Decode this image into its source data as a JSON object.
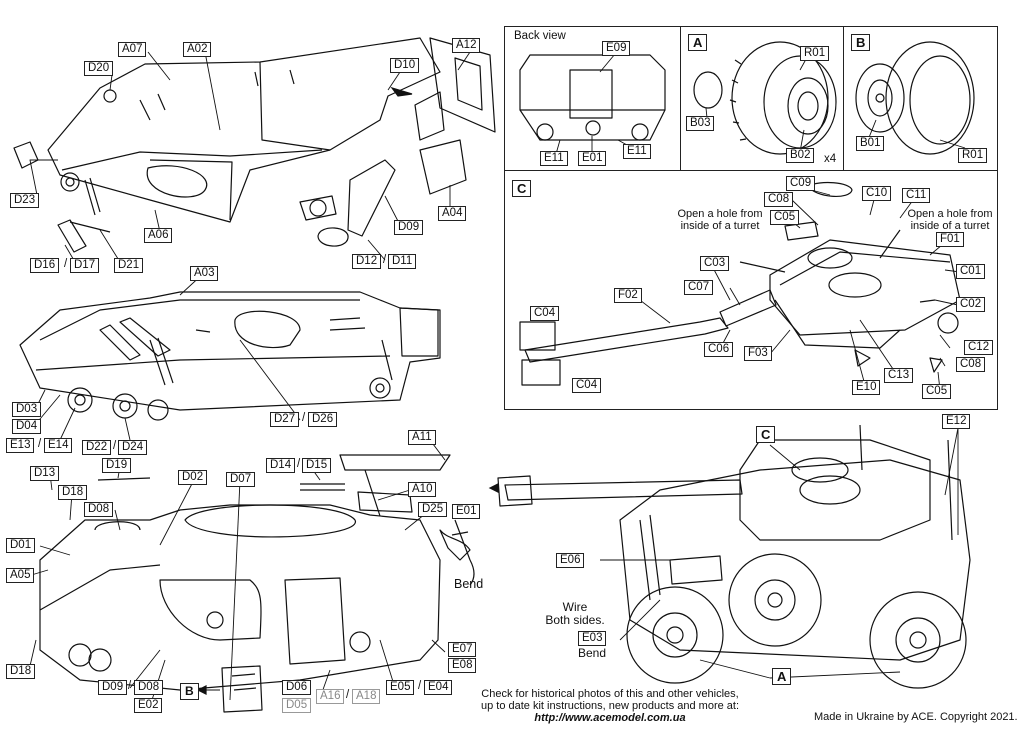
{
  "panels": {
    "back_view": {
      "title": "Back view",
      "parts": [
        "E09",
        "E11",
        "E01",
        "E11"
      ]
    },
    "a": {
      "tag": "A",
      "parts": [
        "R01",
        "B03",
        "B02"
      ],
      "multiplier": "x4"
    },
    "b": {
      "tag": "B",
      "parts": [
        "R01",
        "B01"
      ]
    },
    "c": {
      "tag": "C",
      "parts": [
        "C09",
        "C08",
        "C10",
        "C11",
        "C05",
        "F01",
        "C01",
        "C02",
        "C03",
        "C07",
        "F02",
        "C04",
        "C06",
        "F03",
        "C12",
        "C08",
        "C13",
        "C05",
        "E10",
        "C04"
      ],
      "note_left": [
        "Open a hole from",
        "inside of a turret"
      ],
      "note_right": [
        "Open a hole from",
        "inside of a turret"
      ]
    }
  },
  "step1": {
    "parts": [
      "A07",
      "A02",
      "A12",
      "D20",
      "D10",
      "D23",
      "A06",
      "D09",
      "A04",
      "D16",
      "D17",
      "D21",
      "D12",
      "D11"
    ]
  },
  "step2": {
    "parts": [
      "A03",
      "D03",
      "D04",
      "E13",
      "E14",
      "D22",
      "D24",
      "D27",
      "D26"
    ]
  },
  "step3": {
    "parts": [
      "A11",
      "D13",
      "D19",
      "D14",
      "D15",
      "D18",
      "D02",
      "D07",
      "A10",
      "D08",
      "D25",
      "E01",
      "D01",
      "A05",
      "D18",
      "D09",
      "D08",
      "E02",
      "D06",
      "D05",
      "A16",
      "A18",
      "E05",
      "E04",
      "E07",
      "E08"
    ],
    "bend_label": "Bend",
    "callout_b": "B"
  },
  "final": {
    "tag_c": "C",
    "tag_a": "A",
    "parts": [
      "E12",
      "E06",
      "E03"
    ],
    "wire_note": [
      "Wire",
      "Both sides."
    ],
    "bend_label": "Bend"
  },
  "footer": {
    "info": [
      "Check for historical photos of this and  other vehicles,",
      "up to date kit instructions, new products and more at:"
    ],
    "url": "http://www.acemodel.com.ua",
    "credit": "Made in Ukraine by ACE. Copyright 2021."
  }
}
